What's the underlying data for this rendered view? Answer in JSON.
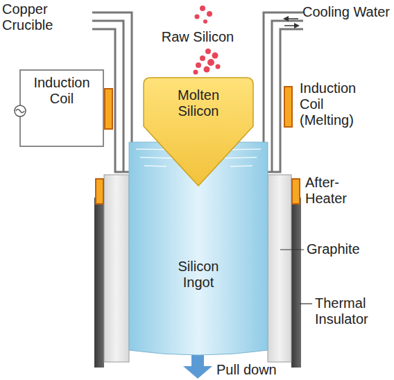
{
  "diagram": {
    "nodes": [
      {
        "text": [
          "Induction Coil"
        ]
      },
      {
        "text": [
          "Silicon Ingot"
        ]
      },
      {
        "text": [
          "Molten Silicon"
        ]
      }
    ],
    "labels": [
      "Copper Crucible",
      "Raw Silicon",
      "Cooling Water",
      "Induction Coil (Melting)",
      "After-Heater",
      "Graphite",
      "Thermal Insulator",
      "Pull down"
    ]
  }
}
